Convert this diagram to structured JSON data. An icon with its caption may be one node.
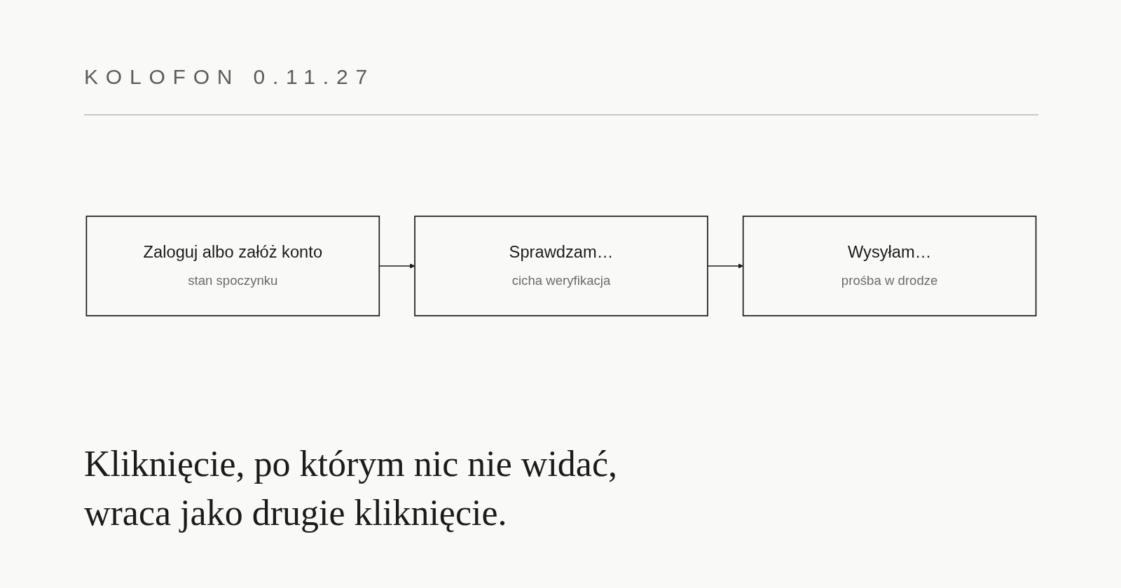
{
  "diagram": {
    "title": "KOLOFON 0.11.27",
    "nodes": [
      {
        "text": [
          "Zaloguj albo załóż konto",
          "stan spoczynku"
        ]
      },
      {
        "text": [
          "Sprawdzam…",
          "cicha weryfikacja"
        ]
      },
      {
        "text": [
          "Wysyłam…",
          "prośba w drodze"
        ]
      }
    ],
    "edges": [
      {
        "from": 0,
        "to": 1,
        "arrow": "to"
      },
      {
        "from": 1,
        "to": 2,
        "arrow": "to"
      }
    ],
    "caption": "Kliknięcie, po którym nic nie widać, wraca jako drugie kliknięcie."
  }
}
